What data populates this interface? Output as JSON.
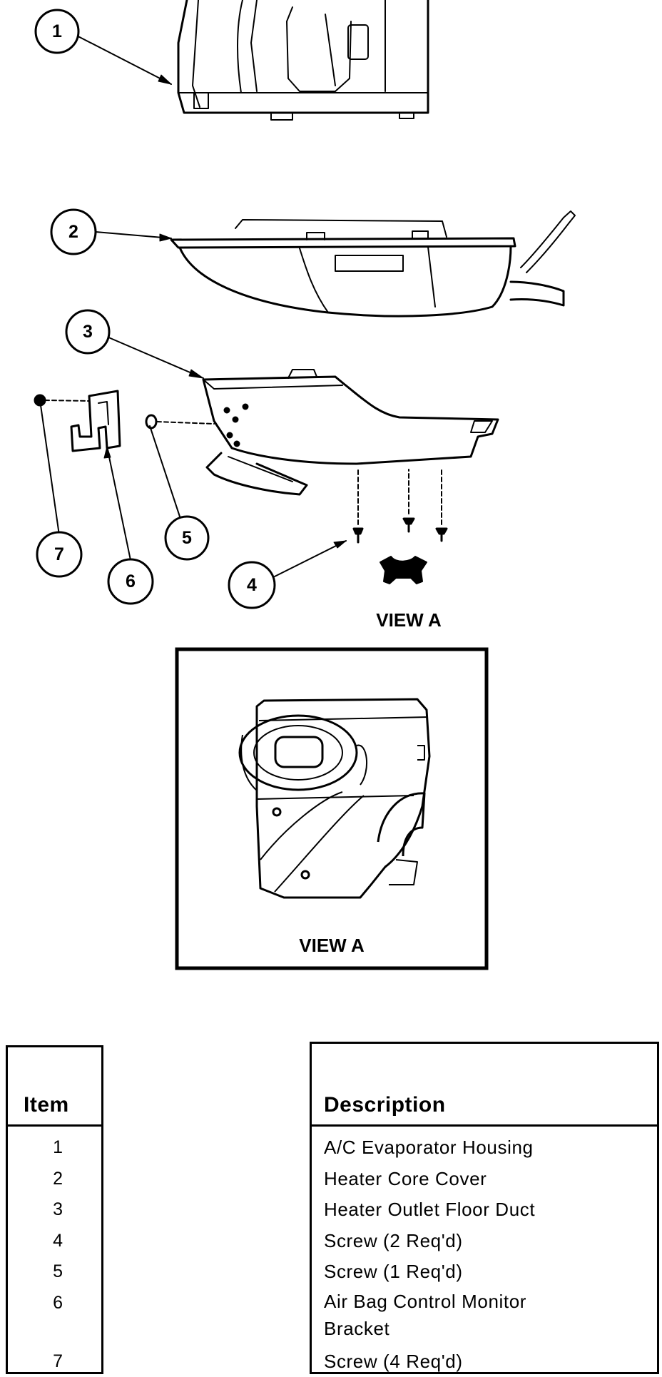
{
  "callouts": [
    {
      "number": "1"
    },
    {
      "number": "2"
    },
    {
      "number": "3"
    },
    {
      "number": "4"
    },
    {
      "number": "5"
    },
    {
      "number": "6"
    },
    {
      "number": "7"
    }
  ],
  "view_labels": [
    "VIEW A",
    "VIEW A"
  ],
  "table": {
    "item_header": "Item",
    "description_header": "Description",
    "rows": [
      {
        "item": "1",
        "description": "A/C Evaporator Housing"
      },
      {
        "item": "2",
        "description": "Heater Core Cover"
      },
      {
        "item": "3",
        "description": "Heater Outlet Floor Duct"
      },
      {
        "item": "4",
        "description": "Screw (2 Req'd)"
      },
      {
        "item": "5",
        "description": "Screw (1 Req'd)"
      },
      {
        "item": "6",
        "description": "Air Bag Control Monitor Bracket"
      },
      {
        "item": "7",
        "description": "Screw (4 Req'd)"
      }
    ]
  }
}
